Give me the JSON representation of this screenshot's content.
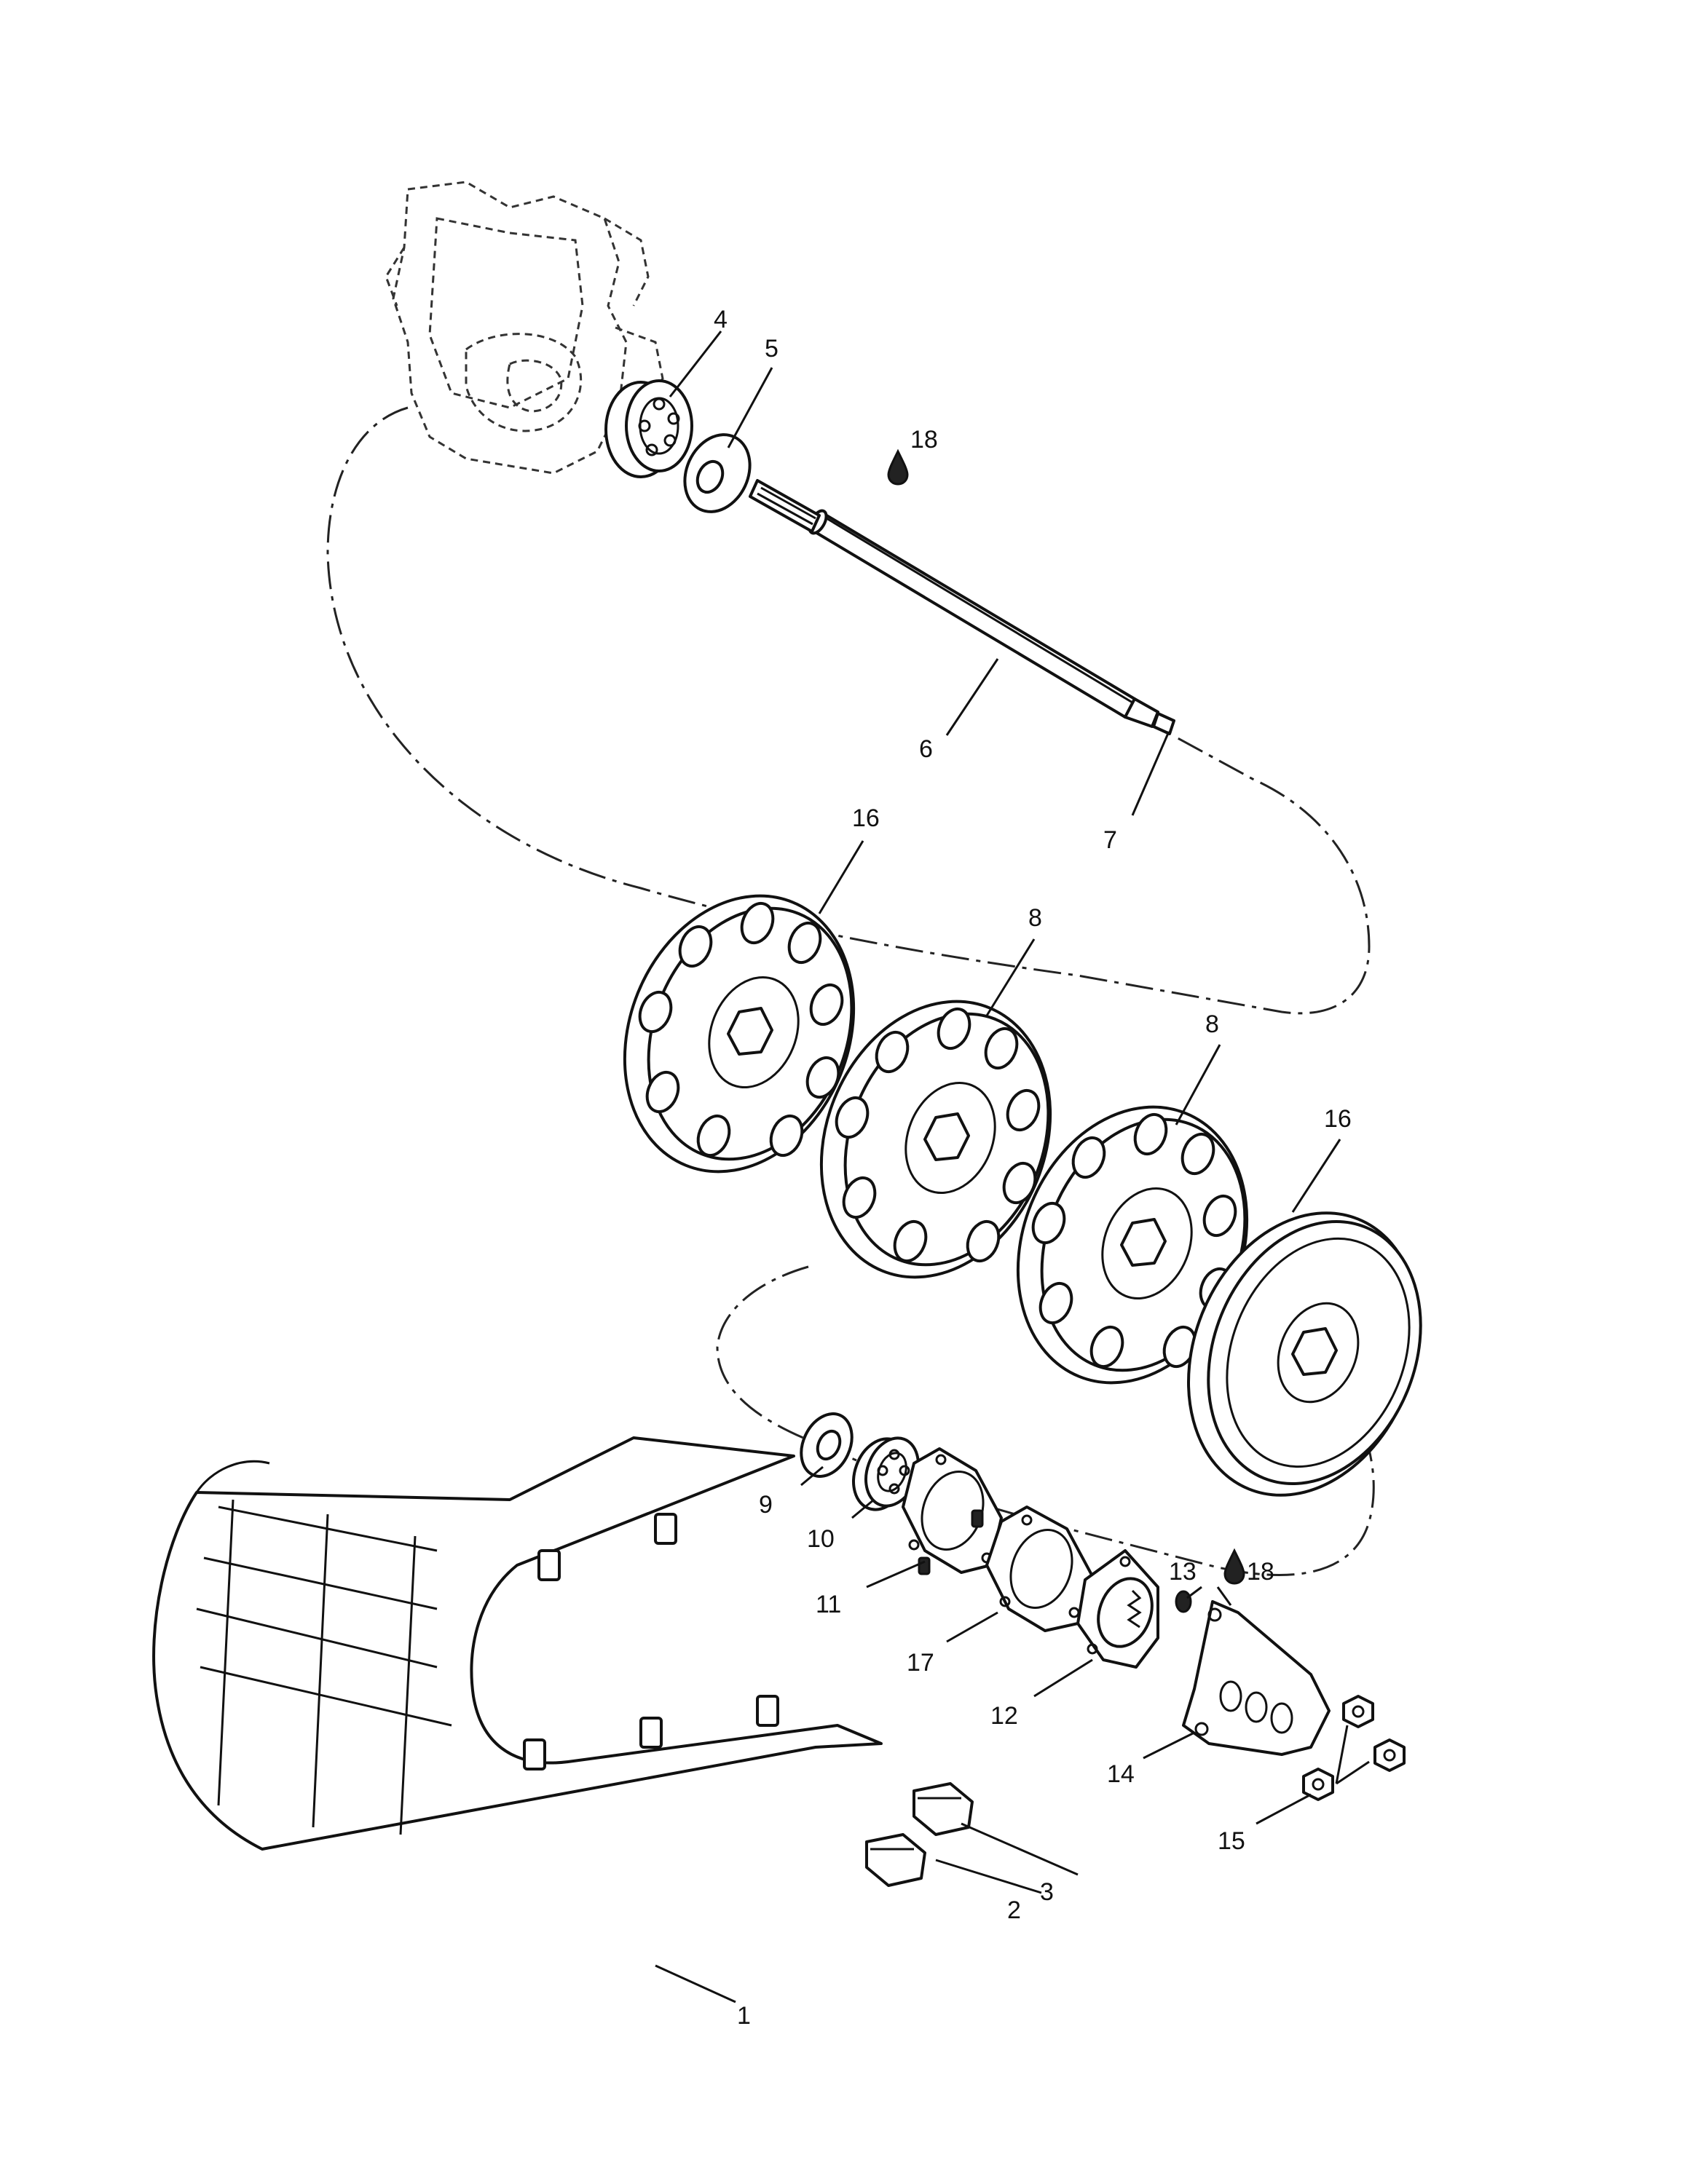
{
  "callouts": {
    "c1": "1",
    "c2": "2",
    "c3": "3",
    "c4": "4",
    "c5": "5",
    "c6": "6",
    "c7": "7",
    "c8a": "8",
    "c8b": "8",
    "c9": "9",
    "c10": "10",
    "c11": "11",
    "c12": "12",
    "c13": "13",
    "c14": "14",
    "c15": "15",
    "c16a": "16",
    "c16b": "16",
    "c17": "17",
    "c18a": "18",
    "c18b": "18"
  },
  "icons": {
    "lubricant": "oil-drop-icon"
  }
}
